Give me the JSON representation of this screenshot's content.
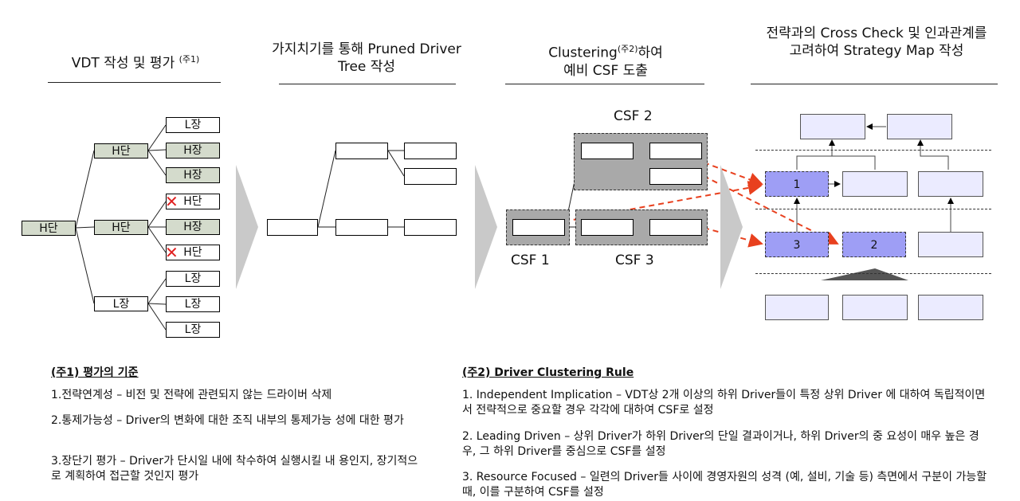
{
  "headers": {
    "col1": "VDT 작성 및 평가",
    "col1_sup": "(주1)",
    "col2": "가지치기를 통해 Pruned Driver Tree 작성",
    "col3_a": "Clustering",
    "col3_sup": "(주2)",
    "col3_b": "하여",
    "col3_c": "예비 CSF 도출",
    "col4": "전략과의 Cross Check 및 인과관계를 고려하여 Strategy Map 작성"
  },
  "vdt": {
    "root": "H단",
    "mid": [
      "H단",
      "H단",
      "L장"
    ],
    "leaves": [
      "L장",
      "H장",
      "H장",
      "H단",
      "H장",
      "H단",
      "L장",
      "L장",
      "L장"
    ]
  },
  "csf": {
    "labels": [
      "CSF 2",
      "CSF 1",
      "CSF 3"
    ]
  },
  "strategy_map": {
    "nums": [
      "1",
      "3",
      "2"
    ]
  },
  "note1": {
    "title": "(주1) 평가의 기준",
    "items": [
      "1.전략연계성 – 비전 및 전략에 관련되지 않는 드라이버 삭제",
      "2.통제가능성 – Driver의 변화에 대한 조직 내부의 통제가능 성에 대한 평가",
      "3.장단기 평가 – Driver가 단시일 내에 착수하여 실행시킬 내 용인지, 장기적으로 계획하여 접근할 것인지 평가"
    ]
  },
  "note2": {
    "title": "(주2) Driver Clustering Rule",
    "items": [
      "1. Independent Implication – VDT상 2개 이상의 하위 Driver들이 특정 상위 Driver 에 대하여 독립적이면서 전략적으로 중요할 경우 각각에 대하여 CSF로 설정",
      "2. Leading Driven – 상위 Driver가 하위 Driver의 단일 결과이거나, 하위 Driver의 중 요성이 매우 높은 경우, 그 하위 Driver를 중심으로 CSF를 설정",
      "3. Resource Focused – 일련의 Driver들 사이에 경영자원의 성격 (예, 설비, 기술 등) 측면에서 구분이 가능할 때, 이를 구분하여 CSF를 설정"
    ]
  },
  "colors": {
    "green_node": "#d4dbcc",
    "csf_group": "#a9a9a9",
    "highlight": "#9e9ef5",
    "map_box": "#ebebff",
    "arrow_red": "#e8401e",
    "chevron": "#c9c9c9"
  }
}
